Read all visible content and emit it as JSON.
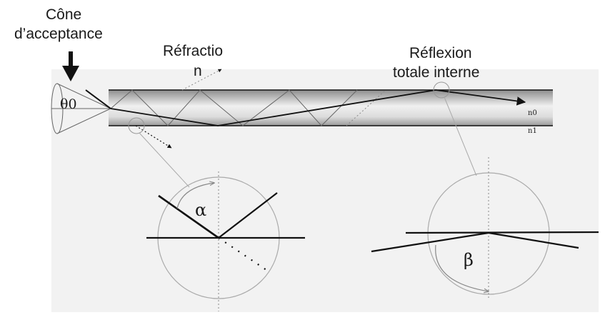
{
  "labels": {
    "acceptance_cone_line1": "Cône",
    "acceptance_cone_line2": "d’acceptance",
    "refraction_line1": "Réfractio",
    "refraction_line2": "n",
    "tir_line1": "Réflexion",
    "tir_line2": "totale interne",
    "theta0": "θ0",
    "n_core": "n0",
    "n_clad": "n1",
    "alpha": "α",
    "beta": "β"
  },
  "colors": {
    "panel": "#f2f2f2",
    "ink": "#111111",
    "guide": "#a6a6a6"
  }
}
